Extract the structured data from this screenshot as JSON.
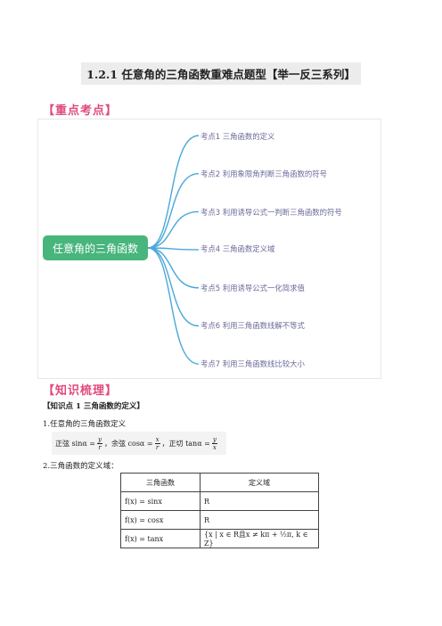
{
  "document": {
    "title": "1.2.1 任意角的三角函数重难点题型【举一反三系列】"
  },
  "sections": {
    "key_points_header": "【重点考点】",
    "knowledge_header": "【知识梳理】"
  },
  "mindmap": {
    "center": "任意角的三角函数",
    "branches": [
      "考点1 三角函数的定义",
      "考点2 利用象限角判断三角函数的符号",
      "考点3 利用诱导公式一判断三角函数的符号",
      "考点4 三角函数定义域",
      "考点5 利用诱导公式一化简求值",
      "考点6 利用三角函数线解不等式",
      "考点7 利用三角函数线比较大小"
    ],
    "colors": {
      "center": "#48b57d",
      "lines": "#4aa8d8"
    }
  },
  "knowledge_point": {
    "title": "【知识点 1    三角函数的定义】",
    "item1": "1.任意角的三角函数定义",
    "formula": {
      "sin_label": "正弦 sinα =",
      "sin_num": "y",
      "sin_den": "r",
      "cos_label": "，余弦 cosα =",
      "cos_num": "x",
      "cos_den": "r",
      "tan_label": "，正切 tanα =",
      "tan_num": "y",
      "tan_den": "x"
    },
    "item2": "2.三角函数的定义域："
  },
  "table": {
    "headers": [
      "三角函数",
      "定义域"
    ],
    "rows": [
      [
        "f(x) = sinx",
        "R"
      ],
      [
        "f(x) = cosx",
        "R"
      ],
      [
        "f(x) = tanx",
        "{x | x ∈ R且x ≠ kπ + ½π, k ∈ Z}"
      ]
    ]
  }
}
